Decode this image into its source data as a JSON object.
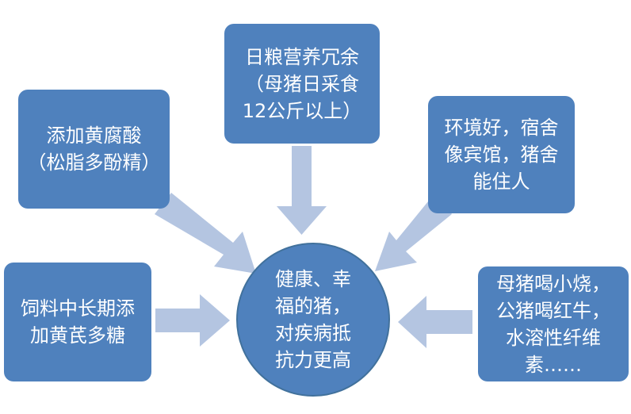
{
  "nodes": {
    "top": "日粮营养冗余\n（母猪日采食\n12公斤以上）",
    "upper_left": "添加黄腐酸\n（松脂多酚精）",
    "upper_right": "环境好，宿舍\n像宾馆，猪舍\n能住人",
    "left": "饲料中长期添\n加黄芪多糖",
    "right": "母猪喝小烧，\n公猪喝红牛，\n水溶性纤维\n素……",
    "center": "健康、幸\n福的猪，\n对疾病抵\n抗力更高"
  },
  "colors": {
    "box_fill": "#4f81bd",
    "arrow_fill": "#b4c5e1",
    "text": "#ffffff"
  }
}
